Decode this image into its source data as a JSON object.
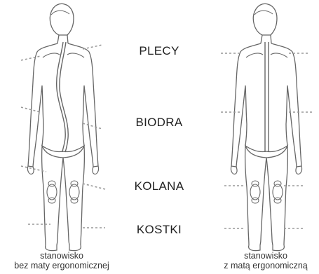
{
  "regions": {
    "back": "PLECY",
    "hips": "BIODRA",
    "knees": "KOLANA",
    "ankles": "KOSTKI"
  },
  "captions": {
    "left_line1": "stanowisko",
    "left_line2": "bez maty ergonomicznej",
    "right_line1": "stanowisko",
    "right_line2": "z matą ergonomiczną"
  },
  "colors": {
    "outline": "#666666",
    "guide_dots": "#999999",
    "text": "#222222"
  }
}
